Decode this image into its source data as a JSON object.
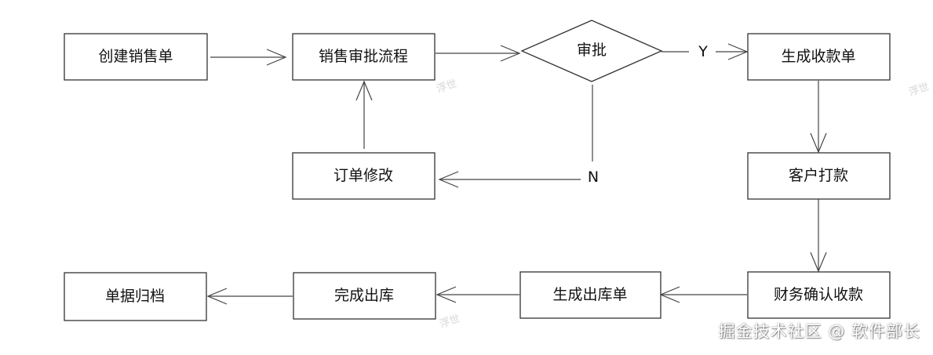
{
  "colors": {
    "stroke": "#333333",
    "text": "#111111",
    "background": "#ffffff"
  },
  "nodes": {
    "create_order": "创建销售单",
    "approval_flow": "销售审批流程",
    "approve": "审批",
    "gen_receipt": "生成收款单",
    "order_modify": "订单修改",
    "customer_pay": "客户打款",
    "finance_confirm": "财务确认收款",
    "gen_outbound": "生成出库单",
    "finish_outbound": "完成出库",
    "archive": "单据归档"
  },
  "edges": {
    "yes_label": "Y",
    "no_label": "N"
  },
  "faint_marks": [
    "浮世",
    "浮世",
    "浮世"
  ],
  "watermark": "掘金技术社区 @ 软件部长"
}
